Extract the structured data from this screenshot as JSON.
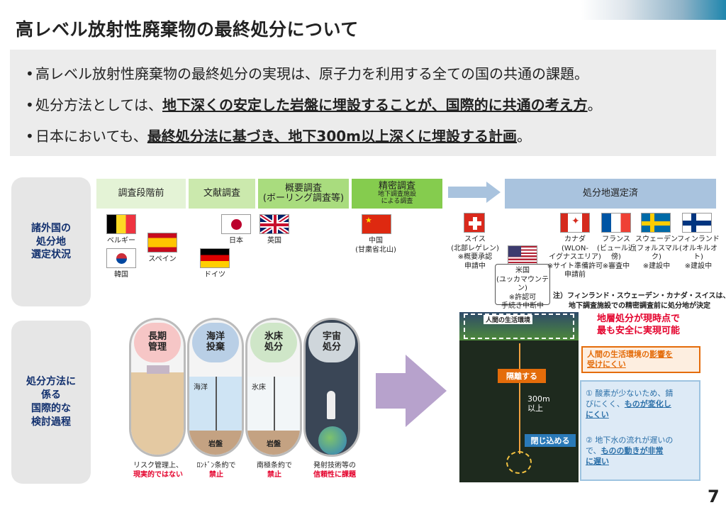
{
  "title": "高レベル放射性廃棄物の最終処分について",
  "page_number": "7",
  "bullets": [
    {
      "pre": "高レベル放射性廃棄物の最終処分の実現は、原子力を利用する全ての国の共通の課題。",
      "em": "",
      "post": ""
    },
    {
      "pre": "処分方法としては、",
      "em": "地下深くの安定した岩盤に埋設することが、国際的に共通の考え方",
      "post": "。"
    },
    {
      "pre": "日本においても、",
      "em": "最終処分法に基づき、地下300m以上深くに埋設する計画",
      "post": "。"
    }
  ],
  "row1": {
    "label": "諸外国の\n処分地\n選定状況"
  },
  "row2": {
    "label": "処分方法に\n係る\n国際的な\n検討過程"
  },
  "stages": [
    "調査段階前",
    "文献調査",
    "概要調査\n(ボーリング調査等)",
    "精密調査",
    "地下調査施設\nによる調査",
    "処分地選定済"
  ],
  "countries": {
    "belgium": "ベルギー",
    "spain": "スペイン",
    "korea": "韓国",
    "japan": "日本",
    "uk": "英国",
    "germany": "ドイツ",
    "china": "中国\n(甘粛省北山)",
    "swiss": "スイス\n(北部レゲレン)\n※概要承認\n申請中",
    "usa": "米国\n(ユッカマウンテン)\n※許認可\n手続き中断中",
    "canada": "カナダ\n(WLON-\nイグナスエリア)\n※サイト準備許可\n申請前",
    "france": "フランス\n(ビュール近傍)\n※審査中",
    "sweden": "スウェーデン\n(フォルスマルク)\n※建設中",
    "finland": "フィンランド\n(オルキルオト)\n※建設中"
  },
  "footnote": "注）フィンランド・スウェーデン・カナダ・スイスは、",
  "footnote2": "地下調査施設での精密調査前に処分地が決定",
  "options": [
    {
      "cap": "長期\n管理",
      "cap_color": "#f6c6c6",
      "mid": "",
      "rock": "",
      "l1": "リスク管理上、",
      "l2": "現実的ではない"
    },
    {
      "cap": "海洋\n投棄",
      "cap_color": "#b9cfe6",
      "mid": "海洋",
      "rock": "岩盤",
      "l1": "ﾛﾝﾄﾞﾝ条約で",
      "l2": "禁止"
    },
    {
      "cap": "氷床\n処分",
      "cap_color": "#cfe6c8",
      "mid": "氷床",
      "rock": "岩盤",
      "l1": "南極条約で",
      "l2": "禁止"
    },
    {
      "cap": "宇宙\n処分",
      "cap_color": "#cfd6db",
      "mid": "",
      "rock": "",
      "l1": "発射技術等の",
      "l2": "信頼性に課題"
    }
  ],
  "scene": {
    "env": "人間の生活環境",
    "isolate": "隔離する",
    "depth": "300m\n以上",
    "contain": "閉じ込める"
  },
  "conclusion": "地層処分が現時点で\n最も安全に実現可能",
  "point1_pre": "人間の生活環境の",
  "point1_em": "影響を\n受けにくい",
  "point2_pre": "①  酸素が少ないため、錆\nびにくく、",
  "point2_em": "ものが変化し\nにくい",
  "point3_pre": "②  地下水の流れが遅いの\nで、",
  "point3_em": "ものの動きが非常\nに遅い"
}
